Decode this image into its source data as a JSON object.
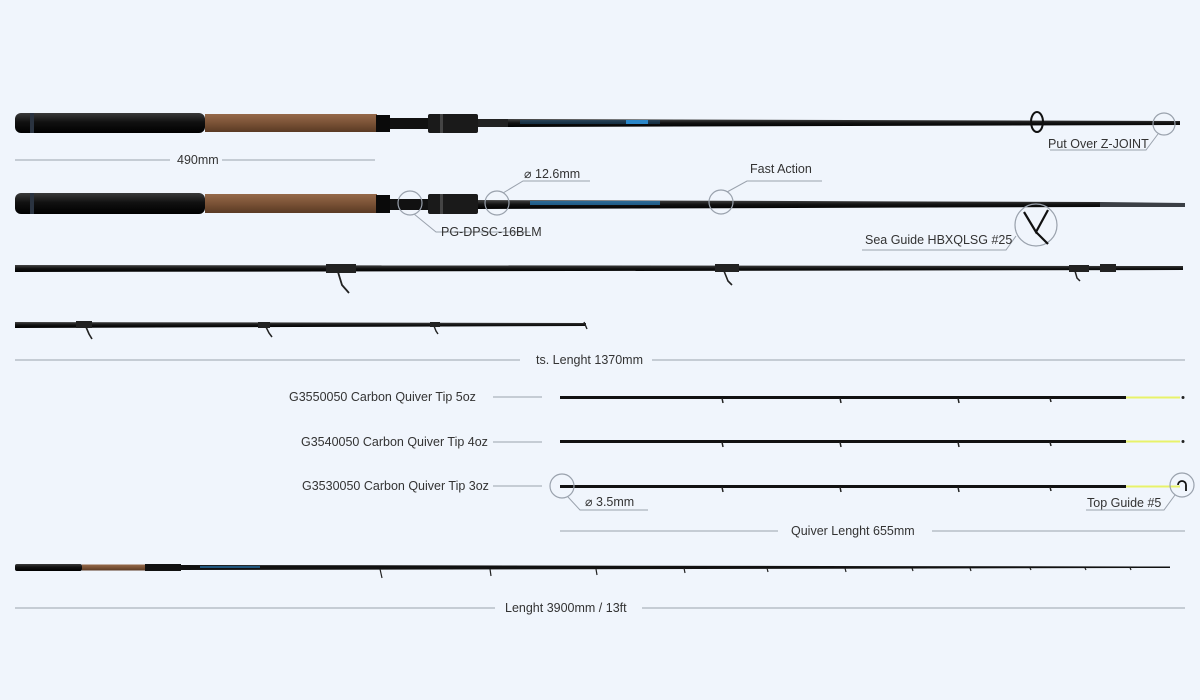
{
  "colors": {
    "background": "#f0f5fc",
    "rod": "#111111",
    "cork": "#7a5236",
    "accent_blue": "#2a86c8",
    "quiver_tip": "#e8f26a",
    "dimension_line": "#9aa2ad",
    "text": "#333333"
  },
  "labels": {
    "handle_length": "490mm",
    "put_over": "Put Over Z-JOINT",
    "diameter_butt": "⌀ 12.6mm",
    "fast_action": "Fast Action",
    "reel_seat": "PG-DPSC-16BLM",
    "sea_guide": "Sea Guide HBXQLSG #25",
    "section_length": "ts. Lenght 1370mm",
    "quiver_5oz": "G3550050 Carbon Quiver Tip 5oz",
    "quiver_4oz": "G3540050 Carbon Quiver Tip 4oz",
    "quiver_3oz": "G3530050 Carbon Quiver Tip 3oz",
    "diameter_tip": "⌀  3.5mm",
    "top_guide": "Top Guide #5",
    "quiver_length": "Quiver Lenght 655mm",
    "total_length": "Lenght 3900mm / 13ft"
  },
  "icons": [
    "magnifier-circle-icon",
    "line-guide-icon",
    "top-guide-icon"
  ]
}
